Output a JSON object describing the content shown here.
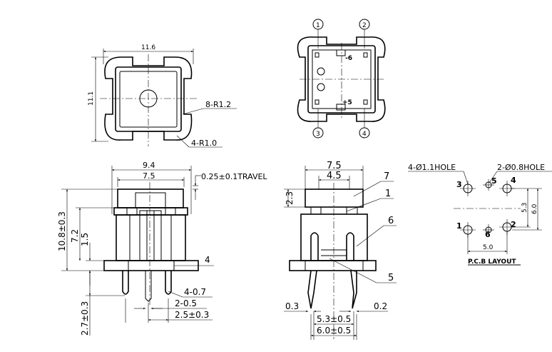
{
  "top_view": {
    "width_label": "11.6",
    "height_label": "11.1",
    "radius_a": "8-R1.2",
    "radius_b": "4-R1.0"
  },
  "pin_view": {
    "pin1": "1",
    "pin2": "2",
    "pin3": "3",
    "pin4": "4",
    "pin5": "+5",
    "pin6": "-6"
  },
  "front_view": {
    "width_outer": "9.4",
    "width_inner": "7.5",
    "travel": "0.25±0.1TRAVEL",
    "height_total": "10.8±0.3",
    "height_body": "7.2",
    "height_standoff": "1.5",
    "lead_length": "2.7±0.3",
    "part_no": "4",
    "dim_a": "4-0.7",
    "dim_b": "2-0.5",
    "dim_c": "2.5±0.3"
  },
  "side_view": {
    "cap_width": "7.5",
    "cap_inner": "4.5",
    "cap_height": "2.3",
    "callout_7": "7",
    "callout_1": "1",
    "callout_6": "6",
    "callout_5": "5",
    "lead_left": "0.3",
    "lead_right": "0.2",
    "span_a": "5.3±0.5",
    "span_b": "6.0±0.5"
  },
  "pcb": {
    "hole_large": "4-Ø1.1HOLE",
    "hole_small": "2-Ø0.8HOLE",
    "p3": "3",
    "p5": "5",
    "p4": "4",
    "p1": "1",
    "p6": "6",
    "p2": "2",
    "dim_h1": "5.3",
    "dim_h2": "6.0",
    "dim_w": "5.0",
    "title": "P.C.B LAYOUT"
  }
}
